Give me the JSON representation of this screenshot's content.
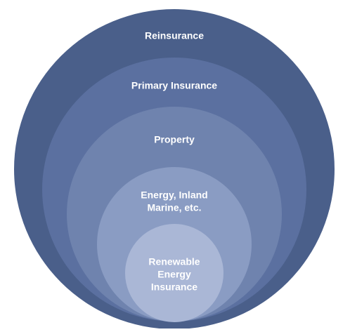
{
  "diagram": {
    "type": "nested-circles",
    "rings": [
      {
        "id": "reinsurance",
        "lines": [
          "Reinsurance"
        ],
        "color": "#4a5f8a"
      },
      {
        "id": "primary-insurance",
        "lines": [
          "Primary Insurance"
        ],
        "color": "#5b70a0"
      },
      {
        "id": "property",
        "lines": [
          "Property"
        ],
        "color": "#6f83ae"
      },
      {
        "id": "energy-inland-marine",
        "lines": [
          "Energy, Inland",
          "Marine, etc."
        ],
        "color": "#8a9cc3"
      },
      {
        "id": "renewable-energy-insurance",
        "lines": [
          "Renewable",
          "Energy",
          "Insurance"
        ],
        "color": "#aab7d6"
      }
    ]
  }
}
